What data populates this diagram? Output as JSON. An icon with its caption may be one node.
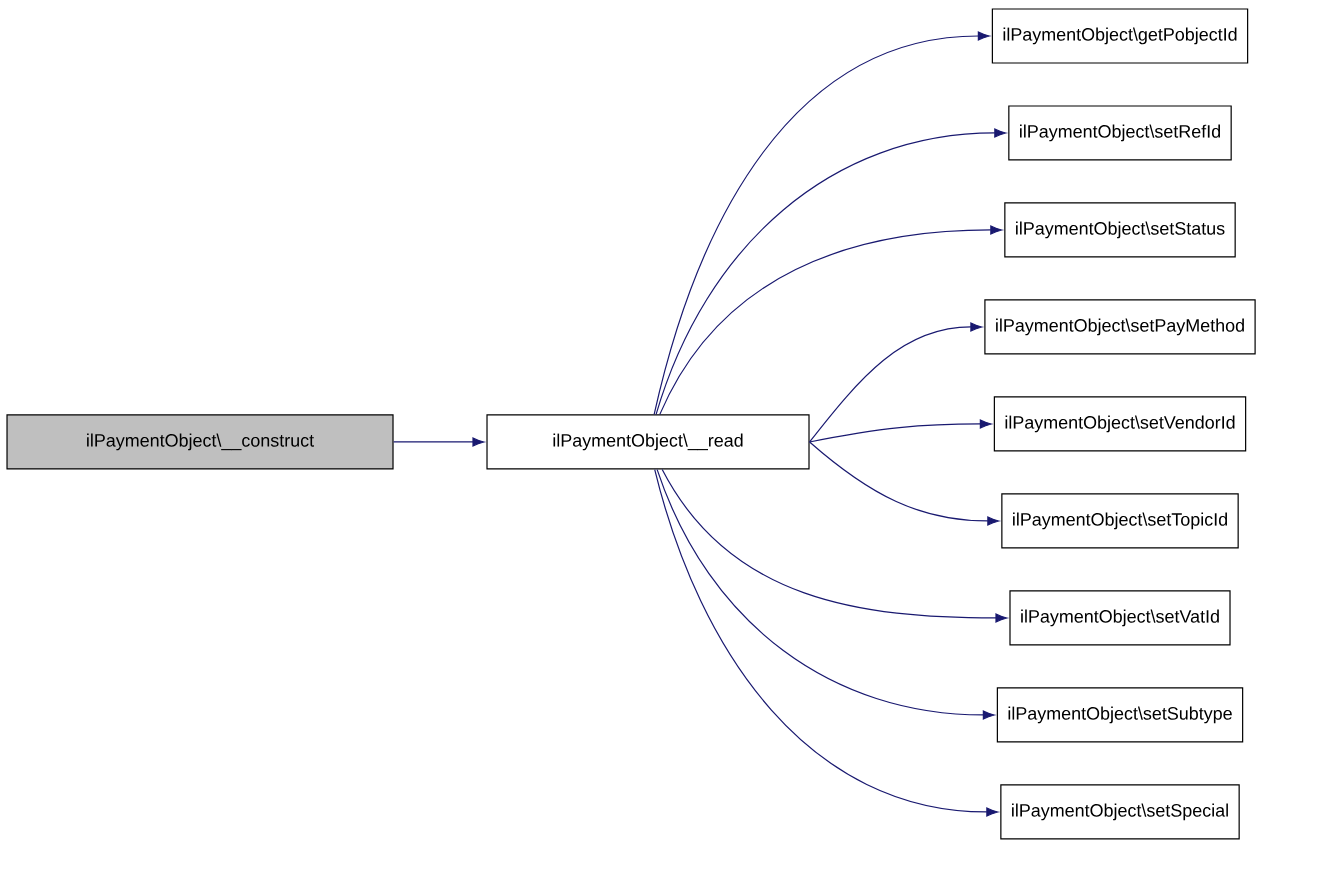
{
  "diagram": {
    "nodes": [
      {
        "text": [
          "ilPaymentObject\\__construct"
        ]
      },
      {
        "text": [
          "ilPaymentObject\\__read"
        ]
      },
      {
        "text": [
          "ilPaymentObject\\getPobjectId"
        ]
      },
      {
        "text": [
          "ilPaymentObject\\setRefId"
        ]
      },
      {
        "text": [
          "ilPaymentObject\\setStatus"
        ]
      },
      {
        "text": [
          "ilPaymentObject\\setPayMethod"
        ]
      },
      {
        "text": [
          "ilPaymentObject\\setVendorId"
        ]
      },
      {
        "text": [
          "ilPaymentObject\\setTopicId"
        ]
      },
      {
        "text": [
          "ilPaymentObject\\setVatId"
        ]
      },
      {
        "text": [
          "ilPaymentObject\\setSubtype"
        ]
      },
      {
        "text": [
          "ilPaymentObject\\setSpecial"
        ]
      }
    ],
    "edges": [
      {
        "from": 0,
        "to": 1,
        "arrow": "to"
      },
      {
        "from": 1,
        "to": 2,
        "arrow": "to"
      },
      {
        "from": 1,
        "to": 3,
        "arrow": "to"
      },
      {
        "from": 1,
        "to": 4,
        "arrow": "to"
      },
      {
        "from": 1,
        "to": 5,
        "arrow": "to"
      },
      {
        "from": 1,
        "to": 6,
        "arrow": "to"
      },
      {
        "from": 1,
        "to": 7,
        "arrow": "to"
      },
      {
        "from": 1,
        "to": 8,
        "arrow": "to"
      },
      {
        "from": 1,
        "to": 9,
        "arrow": "to"
      },
      {
        "from": 1,
        "to": 10,
        "arrow": "to"
      }
    ]
  }
}
